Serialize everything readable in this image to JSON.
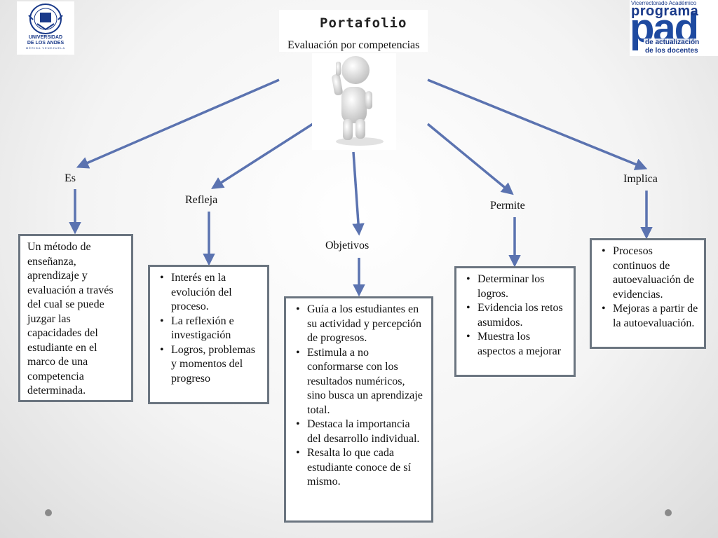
{
  "logos": {
    "left": {
      "line1": "UNIVERSIDAD",
      "line2": "DE LOS ANDES",
      "line3": "MÉRIDA VENEZUELA"
    },
    "right": {
      "vice": "Vicerrectorado Académico",
      "programa": "programa",
      "pad": "pad",
      "line1": "de actualización",
      "line2": "de los docentes"
    }
  },
  "center": {
    "title": "Portafolio",
    "subtitle": "Evaluación por competencias"
  },
  "labels": {
    "es": "Es",
    "refleja": "Refleja",
    "objetivos": "Objetivos",
    "permite": "Permite",
    "implica": "Implica"
  },
  "boxes": {
    "es": {
      "text": "Un método de enseñanza, aprendizaje y evaluación a través del cual se puede juzgar las capacidades del estudiante en el marco de una competencia determinada."
    },
    "refleja": {
      "items": [
        "Interés en la evolución del proceso.",
        "La reflexión e investigación",
        "Logros, problemas y momentos del progreso"
      ]
    },
    "objetivos": {
      "items": [
        "Guía a los estudiantes en su actividad y percepción de progresos.",
        "Estimula a no conformarse con los resultados numéricos, sino busca un aprendizaje total.",
        "Destaca la importancia del desarrollo individual.",
        "Resalta lo que cada estudiante conoce de sí mismo."
      ]
    },
    "permite": {
      "items": [
        "Determinar los logros.",
        "Evidencia los retos asumidos.",
        "Muestra los aspectos a mejorar"
      ]
    },
    "implica": {
      "items": [
        "Procesos continuos de autoevaluación de evidencias.",
        "Mejoras a partir de la autoevaluación."
      ]
    }
  },
  "colors": {
    "arrow": "#5b73b0",
    "box_border": "#6b7580",
    "logo_blue": "#1e4aa0"
  },
  "icons": [
    "university-seal-icon",
    "thumbs-up-figure-icon",
    "slide-nav-dot-icon"
  ]
}
